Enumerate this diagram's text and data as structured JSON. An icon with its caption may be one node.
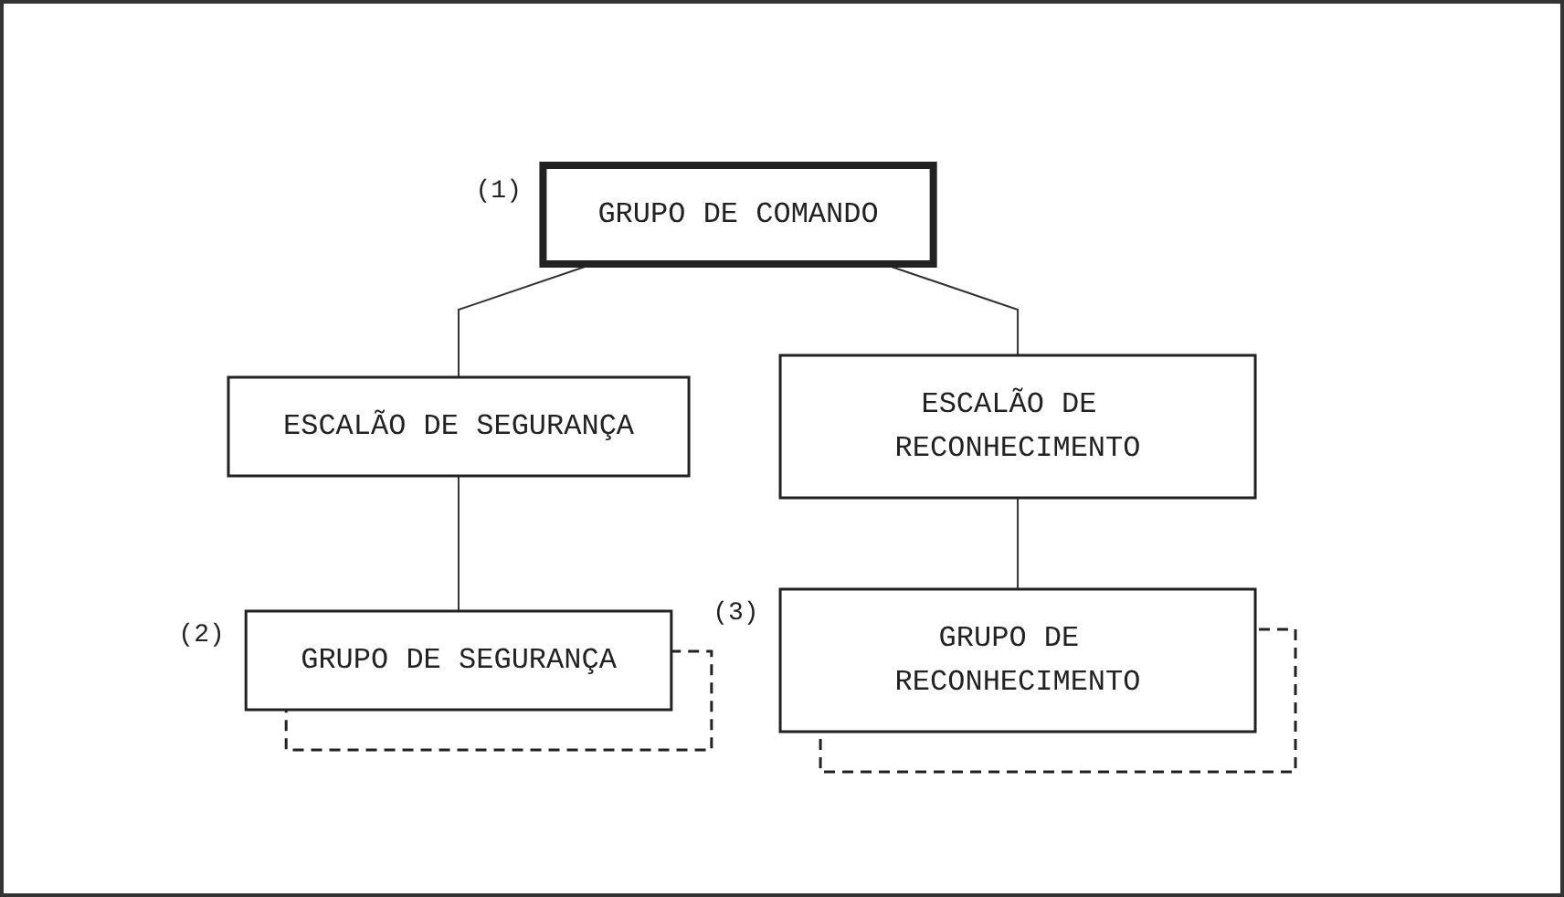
{
  "diagram": {
    "nodes": [
      {
        "text": [
          "GRUPO DE COMANDO"
        ],
        "beside": [
          "(1)"
        ]
      },
      {
        "text": [
          "ESCALÃO DE SEGURANÇA"
        ]
      },
      {
        "text": [
          "ESCALÃO DE RECONHECIMENTO"
        ]
      },
      {
        "text": [
          "GRUPO DE SEGURANÇA"
        ],
        "beside": [
          "(2)"
        ]
      },
      {
        "text": [
          "GRUPO DE RECONHECIMENTO"
        ],
        "beside": [
          "(3)"
        ]
      },
      {
        "text": [],
        "shape": "box"
      },
      {
        "text": [],
        "shape": "box"
      }
    ],
    "edges": [
      {
        "from": 0,
        "to": 1,
        "arrow": "none"
      },
      {
        "from": 0,
        "to": 2,
        "arrow": "none"
      },
      {
        "from": 1,
        "to": 3,
        "arrow": "none"
      },
      {
        "from": 2,
        "to": 4,
        "arrow": "none"
      }
    ]
  }
}
